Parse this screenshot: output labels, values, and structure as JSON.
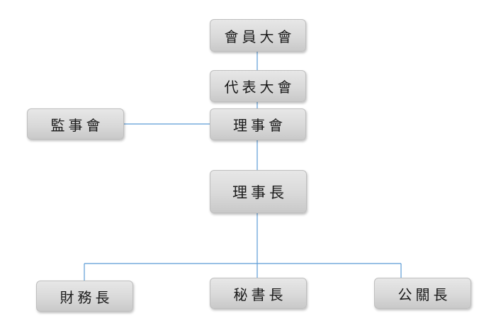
{
  "org_chart": {
    "general_assembly": "會員大會",
    "representative_assembly": "代表大會",
    "board_of_directors": "理事會",
    "board_of_supervisors": "監事會",
    "chairman": "理事長",
    "treasurer": "財務長",
    "secretary_general": "秘書長",
    "public_relations": "公關長"
  },
  "colors": {
    "connector": "#5b9bd5",
    "node_fill": "#d9d9d9",
    "node_text": "#1a1a1a"
  }
}
